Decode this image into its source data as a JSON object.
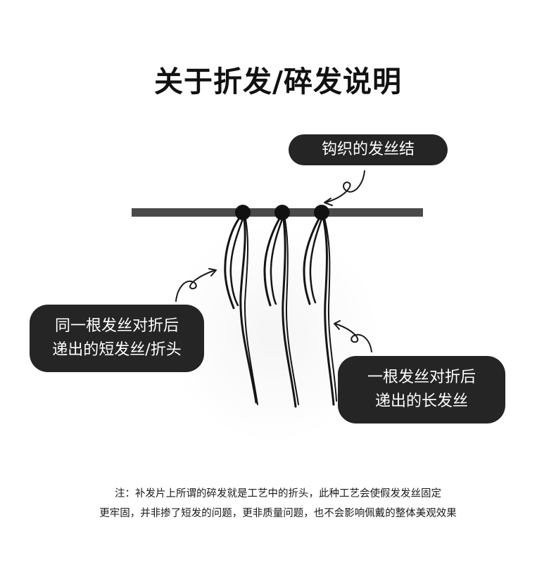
{
  "title": "关于折发/碎发说明",
  "labels": {
    "knot": "钩织的发丝结",
    "folded_short_line1": "同一根发丝对折后",
    "folded_short_line2": "递出的短发丝/折头",
    "folded_long_line1": "一根发丝对折后",
    "folded_long_line2": "递出的长发丝"
  },
  "note": {
    "line1": "注：补发片上所谓的碎发就是工艺中的折头，此种工艺会使假发发丝固定",
    "line2": "更牢固，并非掺了短发的问题，更非质量问题，也不会影响佩戴的整体美观效果"
  },
  "colors": {
    "bar": "#4a4a4a",
    "knot": "#111111",
    "label_bg": "#252525",
    "label_text": "#ffffff",
    "hair": "#151515"
  }
}
